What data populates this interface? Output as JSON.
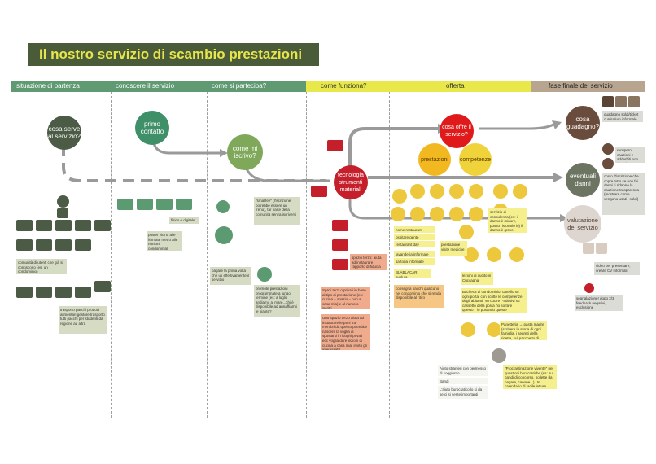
{
  "title": "Il nostro servizio di scambio prestazioni",
  "phases": [
    {
      "label": "situazione di partenza"
    },
    {
      "label": "conoscere il servizio"
    },
    {
      "label": "come si partecipa?"
    },
    {
      "label": "come funziona?"
    },
    {
      "label": "offerta"
    },
    {
      "label": "fase finale del servizio"
    }
  ],
  "nodes": {
    "cosa_serve": "cosa serve al servizio?",
    "primo_contatto": "primo contatto",
    "come_mi_iscrivo": "come mi iscrivo?",
    "tecnologia": "tecnologia strumenti materiali",
    "cosa_offre": "cosa offre il servizio?",
    "prestazioni": "prestazioni",
    "competenze": "competenze",
    "cosa_guadagno": "cosa guadagno?",
    "eventuali_danni": "eventuali danni",
    "valutazione": "valutazione del servizio"
  },
  "notes": {
    "comunita": "comunità di utenti che già si conoscono (es: un condominio)",
    "trasporto": "trasporto pacchi prodotti alimentari gestore trasporto tutti pacchi per studenti da regione ad altra",
    "fisico_digitale": "fisico e digitale",
    "poster": "poster vicino alle fermate metro alle riunioni condominiali",
    "smallfee": "\"smallfee\" (l'iscrizione potrebbe essere un freno), far parte della comunità senza iscriversi",
    "pagare": "pagare la prima volta che uti effettivamente il servizio",
    "promote": "promote prestazioni programmate a lungo termine (es: a luglio andiamo al mare...chi è disponibile ad annaffiarmi le piante?",
    "spazio_terzo": "spazio terzo: aiuta ad instaurare rapporto di fiducia",
    "spazi_terzi": "Spazi terzi o privati in base al tipo di prestazione (es: cucina = spazio = non a casa mia) e al numero iscritti",
    "uno_spazio": "Uno spazio terzo aiuta ad instaurare legami tra membri da questo potrebbe nascere la voglia di spostarsi in luoghi privati ecc voglia dare lezioni di cucina a casa mia, invito gli interessati)",
    "home_restaurant": "home restaurant",
    "ospitare_gente": "ospitare gente",
    "restaurant_day": "restaurant day",
    "lavanderia": "lavanderia informale",
    "sartoria": "sartoria informale",
    "blablacar": "BLABLACAR evoluta",
    "consegna": "consegna pacchi qualcuno nel condominio che si renda disponibile al ritiro",
    "prestazione_visite": "prestazione visite mediche",
    "lezioni_cucito": "lezioni di cucito in Cuccagna",
    "servizio_consulenza": "servizio di consulenza (es: il danno è minore, posso ristorarlo io) il danno è grave, chiamare esperti)",
    "bacheca": "Bacheca di condominio: cartello su ogni porta, con scritte le competenze degli abitanti \"so cucire\" -adesivi su cassetto della posta \"io so fare questo\",\"io posando queste\"",
    "panetteria": "Panetteria → pasta madre (scrivere la storia di ogni famiglia, i segreti della ricetta, sul pacchetto di pasta)",
    "aiuto_stranieri": "Aiuto stranieri con permesso di soggiorno",
    "bandi": "Bandi",
    "aiuto_burocratico": "L'aiuto burocratico lo si da se ci si sente importanti",
    "procrastinazione": "\"Procrastinazione vivente\" per questioni burocratiche (es: su bandi di concorso, bollette da pagare, canone...) Un calendario di facile lettura",
    "guadagno_prova": "guadagno soldi/ticket curriculum informale",
    "recupero": "recupero cauzioni e adderbiti non dovuti",
    "costo_iscrizione": "costo d'iscrizione che copre tutto se non fai danni ti ridanno la cauzione trasparenza (mostrare come vengono usati i soldi)",
    "video": "video per presentare; creare CV informali",
    "segnalazione": "segnalazione! dopo 2/3 feedback negativi, esclusione"
  }
}
